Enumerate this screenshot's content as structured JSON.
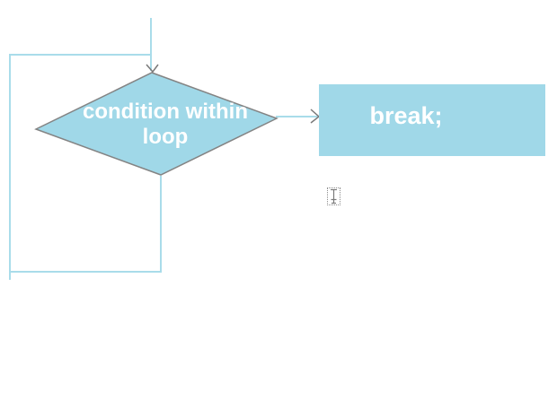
{
  "canvas": {
    "background": "#ffffff"
  },
  "colors": {
    "shape_fill": "#a0d8e8",
    "shape_border": "#848484",
    "connector": "#a9dcea",
    "arrowhead": "#7a7a7a",
    "label_text": "#ffffff",
    "placeholder_border": "#8c8c8c",
    "cursor_glyph": "#7a7a7a"
  },
  "shapes": {
    "decision": {
      "type": "decision-diamond",
      "label": "condition within loop"
    },
    "break_box": {
      "type": "process-rectangle",
      "label": "break;"
    },
    "text_placeholder": {
      "type": "empty-text-box"
    }
  },
  "icons": {
    "down_arrowhead": "open-chevron-down",
    "right_arrowhead": "open-chevron-right",
    "text_cursor": "i-beam"
  }
}
